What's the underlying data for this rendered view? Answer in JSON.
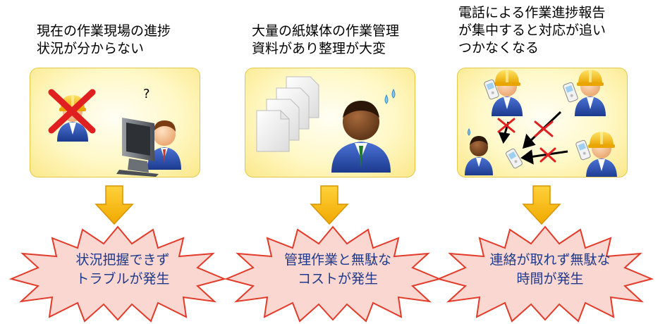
{
  "columns": [
    {
      "caption": "現在の作業現場の進捗\n状況が分からない",
      "result": "状況把握できず\nトラブルが発生",
      "question_mark": "?"
    },
    {
      "caption": "大量の紙媒体の作業管理\n資料があり整理が大変",
      "result": "管理作業と無駄な\nコストが発生"
    },
    {
      "caption": "電話による作業進捗報告\nが集中すると対応が追い\nつかなくなる",
      "result": "連絡が取れず無駄な\n時間が発生"
    }
  ],
  "colors": {
    "panel_border": "#e3c84a",
    "arrow": "#f6b800",
    "burst_fill": "#fbd7d2",
    "burst_stroke": "#e23b2a",
    "result_text": "#1f3a8a",
    "cross": "#e02020",
    "helmet": "#f6c21c",
    "suit": "#2a4fb0"
  },
  "icons": [
    "worker-helmet-icon",
    "desk-person-icon",
    "documents-icon",
    "sweating-person-icon",
    "mobile-phone-icon",
    "red-x-icon",
    "down-arrow-icon",
    "starburst-icon"
  ]
}
